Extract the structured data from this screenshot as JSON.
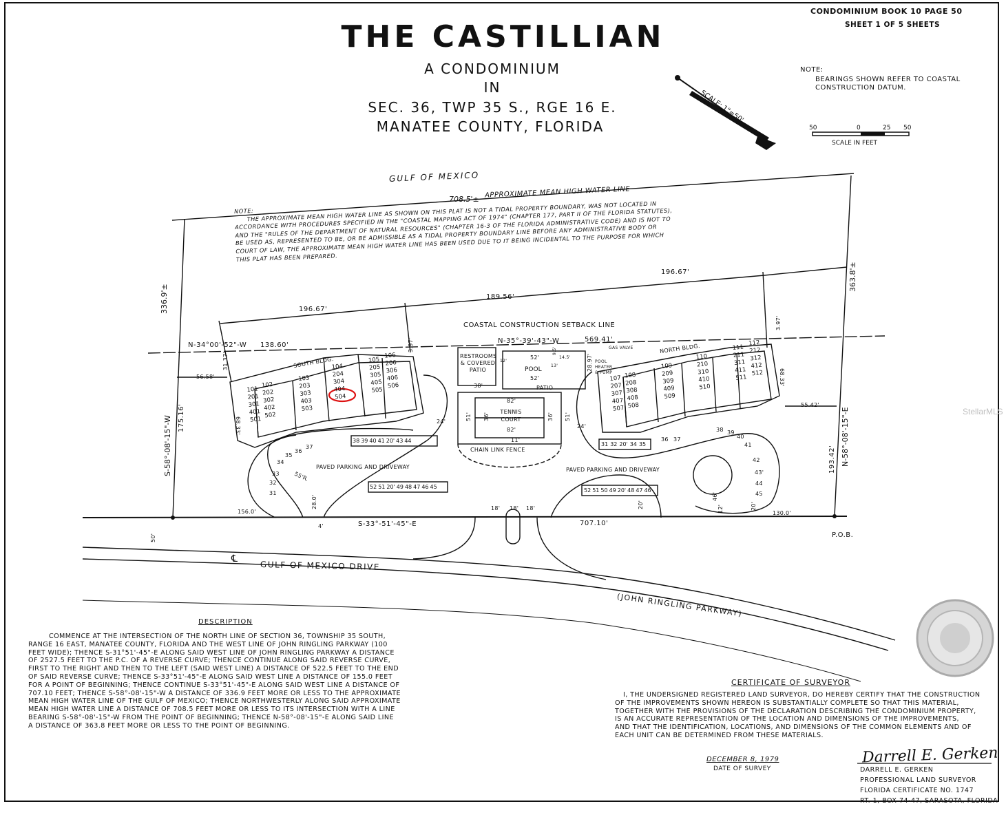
{
  "header": {
    "book_line": "CONDOMINIUM BOOK 10 PAGE 50",
    "sheet_line": "SHEET 1 OF 5 SHEETS",
    "title": "THE CASTILLIAN",
    "sub1": "A CONDOMINIUM",
    "sub2": "IN",
    "sub3": "SEC. 36, TWP 35 S., RGE 16 E.",
    "sub4": "MANATEE COUNTY, FLORIDA"
  },
  "note_top": {
    "label": "NOTE:",
    "line1": "BEARINGS SHOWN REFER TO COASTAL",
    "line2": "CONSTRUCTION DATUM."
  },
  "scale": {
    "arrow_label": "SCALE: 1\"=50'",
    "bar_labels": [
      "50",
      "0",
      "25",
      "50"
    ],
    "bar_caption": "SCALE IN FEET"
  },
  "plat": {
    "gulf": "GULF  OF  MEXICO",
    "mhw_dist": "708.5'±",
    "mhw_label": "APPROXIMATE MEAN HIGH WATER LINE",
    "setback_label": "COASTAL CONSTRUCTION SETBACK LINE",
    "north_bearing": "N-34°00'-52\"-W",
    "d138": "138.60'",
    "bearing_mid": "N-35°-39'-43\"-W",
    "d569": "569.41'",
    "d196a": "196.67'",
    "d189": "189.56'",
    "d196b": "196.67'",
    "west_dist": "336.9'±",
    "west_bearing": "S-58°-08'-15\"-W",
    "west_lower": "175.16'",
    "east_dist": "363.8'±",
    "east_bearing": "N-58°-08'-15\"-E",
    "east_lower": "193.42'",
    "south_bearing": "S-33°-51'-45\"-E",
    "south_dist": "707.10'",
    "d156": "156.0'",
    "d130": "130.0'",
    "pob": "P.O.B.",
    "d56": "56.58'",
    "d55": "55.42'",
    "d31": "31.37'",
    "d68a": "68.33'",
    "d68b": "68.33'",
    "d397a": "3.97'",
    "d397b": "3.97'",
    "d50": "50'",
    "cl": "℄",
    "drive": "GULF  OF  MEXICO  DRIVE",
    "parkway": "(JOHN  RINGLING  PARKWAY)",
    "south_bldg": "SOUTH BLDG.",
    "north_bldg": "NORTH BLDG.",
    "restrooms": "RESTROOMS & COVERED PATIO",
    "pool": "POOL",
    "patio": "PATIO",
    "pool_heater": "POOL HEATER & PUMP",
    "gas_valve": "GAS VALVE",
    "tennis": "TENNIS COURT",
    "fence": "CHAIN LINK FENCE",
    "parking": "PAVED PARKING  AND  DRIVEWAY",
    "d24": "24'",
    "d18": "18'",
    "d20": "20'",
    "d12": "12'",
    "d46": "46'",
    "d28": "28.0'",
    "d4": "4'",
    "r55": "55'R.",
    "d289": "28.97'",
    "d52": "52'",
    "d145": "14.5'",
    "d95": "9.5'",
    "d38": "38'",
    "d82": "82'",
    "d36": "36'",
    "d51": "51'",
    "d13": "13'",
    "d11": "11'",
    "d12b": "12'"
  },
  "south_units": [
    [
      "101",
      "201",
      "301",
      "401",
      "501"
    ],
    [
      "102",
      "202",
      "302",
      "402",
      "502"
    ],
    [
      "103",
      "203",
      "303",
      "403",
      "503"
    ],
    [
      "104",
      "204",
      "304",
      "404",
      "504"
    ],
    [
      "105",
      "205",
      "305",
      "405",
      "505"
    ],
    [
      "106",
      "206",
      "306",
      "406",
      "506"
    ]
  ],
  "north_units": [
    [
      "107",
      "207",
      "307",
      "407",
      "507"
    ],
    [
      "108",
      "208",
      "308",
      "408",
      "508"
    ],
    [
      "109",
      "209",
      "309",
      "409",
      "509"
    ],
    [
      "110",
      "210",
      "310",
      "410",
      "510"
    ],
    [
      "111",
      "211",
      "311",
      "411",
      "511"
    ],
    [
      "112",
      "212",
      "312",
      "412",
      "512"
    ]
  ],
  "parking_numbers": {
    "south_row": [
      "38",
      "39",
      "40",
      "41",
      "20'",
      "43",
      "44"
    ],
    "south_low": [
      "52",
      "51",
      "20'",
      "49",
      "48",
      "47",
      "46",
      "45"
    ],
    "north_row": [
      "31",
      "32",
      "20'",
      "34",
      "35"
    ],
    "north_low": [
      "52",
      "51",
      "50",
      "49",
      "20'",
      "48",
      "47",
      "46"
    ],
    "arc_left": [
      "31",
      "32",
      "33",
      "34",
      "35",
      "36",
      "37"
    ],
    "arc_right": [
      "36",
      "37",
      "38",
      "39",
      "40",
      "41",
      "42",
      "43'",
      "44",
      "45"
    ]
  },
  "note_plat": {
    "label": "NOTE:",
    "lines": [
      "THE APPROXIMATE MEAN HIGH WATER LINE AS SHOWN ON THIS PLAT IS NOT A TIDAL PROPERTY BOUNDARY, WAS NOT LOCATED IN",
      "ACCORDANCE WITH PROCEDURES SPECIFIED IN THE \"COASTAL MAPPING ACT OF 1974\" (CHAPTER 177, PART II OF THE FLORIDA STATUTES),",
      "AND THE \"RULES OF THE DEPARTMENT OF NATURAL RESOURCES\" (CHAPTER 16-3 OF THE FLORIDA ADMINISTRATIVE CODE) AND IS NOT TO",
      "BE USED AS, REPRESENTED TO BE, OR BE ADMISSIBLE AS A TIDAL PROPERTY BOUNDARY LINE BEFORE ANY ADMINISTRATIVE BODY OR",
      "COURT OF LAW, THE APPROXIMATE MEAN HIGH WATER LINE HAS BEEN USED DUE TO IT BEING INCIDENTAL TO THE PURPOSE FOR WHICH",
      "THIS PLAT HAS BEEN PREPARED."
    ]
  },
  "description": {
    "heading": "DESCRIPTION",
    "lines": [
      "COMMENCE AT THE INTERSECTION OF THE NORTH LINE OF SECTION 36, TOWNSHIP 35 SOUTH,",
      "RANGE 16 EAST, MANATEE COUNTY, FLORIDA AND THE WEST LINE OF JOHN RINGLING PARKWAY (100",
      "FEET WIDE); THENCE S-31°51'-45\"-E ALONG SAID WEST LINE OF JOHN RINGLING PARKWAY A DISTANCE",
      "OF 2527.5 FEET TO THE P.C. OF A REVERSE CURVE; THENCE CONTINUE ALONG SAID REVERSE CURVE,",
      "FIRST TO THE RIGHT AND THEN TO THE LEFT (SAID WEST LINE) A DISTANCE OF 522.5 FEET TO THE END",
      "OF SAID REVERSE CURVE; THENCE S-33°51'-45\"-E ALONG SAID WEST LINE A DISTANCE OF 155.0 FEET",
      "FOR A POINT OF BEGINNING; THENCE CONTINUE S-33°51'-45\"-E ALONG SAID WEST LINE A DISTANCE OF",
      "707.10 FEET; THENCE S-58°-08'-15\"-W A DISTANCE OF 336.9 FEET MORE OR LESS TO THE APPROXIMATE",
      "MEAN HIGH WATER LINE OF THE GULF OF MEXICO; THENCE NORTHWESTERLY ALONG SAID APPROXIMATE",
      "MEAN HIGH WATER LINE A DISTANCE OF 708.5 FEET MORE OR LESS TO ITS INTERSECTION WITH A LINE",
      "BEARING S-58°-08'-15\"-W FROM THE POINT OF BEGINNING; THENCE N-58°-08'-15\"-E ALONG SAID LINE",
      "A DISTANCE OF 363.8 FEET MORE OR LESS TO THE POINT OF BEGINNING."
    ]
  },
  "certificate": {
    "heading": "CERTIFICATE  OF  SURVEYOR",
    "lines": [
      "I, THE UNDERSIGNED REGISTERED LAND SURVEYOR, DO HEREBY CERTIFY THAT THE CONSTRUCTION",
      "OF THE IMPROVEMENTS SHOWN HEREON IS SUBSTANTIALLY COMPLETE SO THAT THIS MATERIAL,",
      "TOGETHER WITH THE PROVISIONS OF THE DECLARATION DESCRIBING THE CONDOMINIUM PROPERTY,",
      "IS AN ACCURATE REPRESENTATION OF THE LOCATION AND DIMENSIONS OF THE IMPROVEMENTS,",
      "AND THAT THE IDENTIFICATION, LOCATIONS, AND DIMENSIONS OF THE COMMON ELEMENTS AND OF",
      "EACH UNIT CAN BE DETERMINED FROM THESE MATERIALS."
    ],
    "date": "DECEMBER 8, 1979",
    "date_label": "DATE  OF  SURVEY",
    "signature": "Darrell E. Gerken",
    "signer_lines": [
      "DARRELL E. GERKEN",
      "PROFESSIONAL LAND SURVEYOR",
      "FLORIDA CERTIFICATE NO. 1747",
      "RT. 1, BOX 74-47, SARASOTA, FLORIDA"
    ]
  },
  "watermark": "StellarMLS"
}
